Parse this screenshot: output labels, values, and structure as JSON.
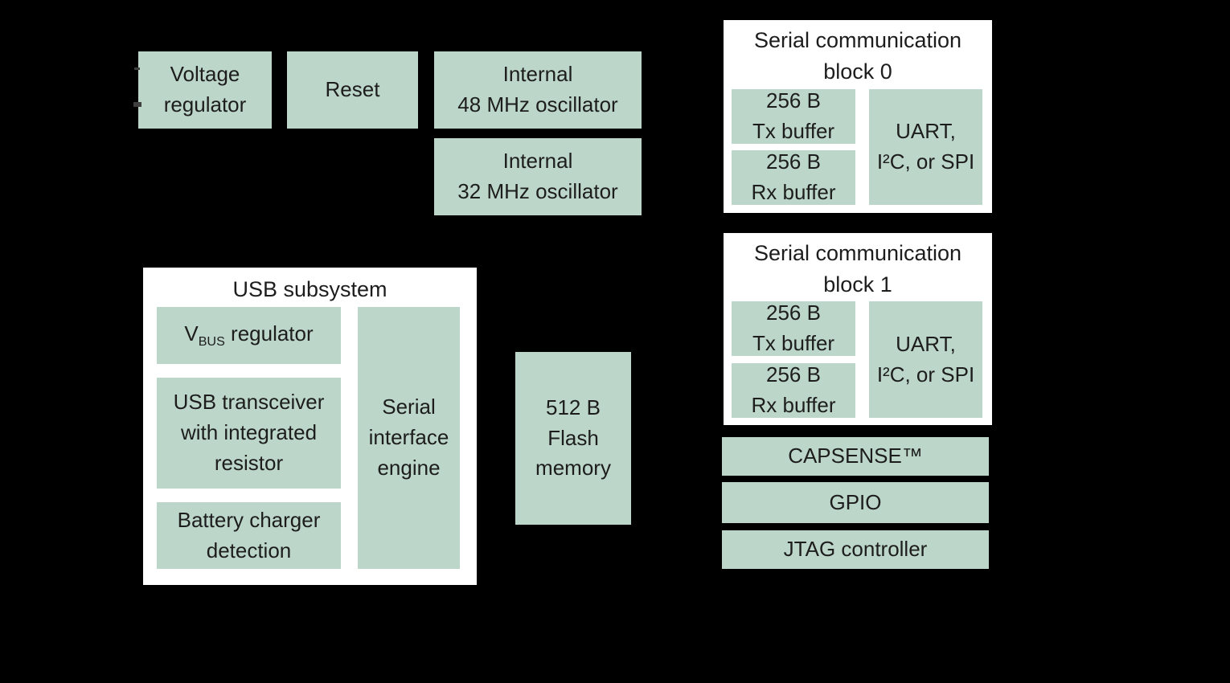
{
  "colors": {
    "background": "#000000",
    "block_fill": "#bcd6c9",
    "panel_fill": "#ffffff",
    "text": "#1d1d1d"
  },
  "blocks": {
    "voltage_regulator": {
      "label": "Voltage\nregulator"
    },
    "reset": {
      "label": "Reset"
    },
    "osc48": {
      "label": "Internal\n48 MHz oscillator"
    },
    "osc32": {
      "label": "Internal\n32 MHz oscillator"
    },
    "flash": {
      "label": "512 B\nFlash\nmemory"
    },
    "capsense": {
      "label": "CAPSENSE™"
    },
    "gpio": {
      "label": "GPIO"
    },
    "jtag": {
      "label": "JTAG controller"
    }
  },
  "scb0": {
    "title": "Serial communication\nblock 0",
    "tx_buffer": "256 B\nTx buffer",
    "rx_buffer": "256 B\nRx buffer",
    "interfaces": "UART,\nI²C, or SPI"
  },
  "scb1": {
    "title": "Serial communication\nblock 1",
    "tx_buffer": "256 B\nTx buffer",
    "rx_buffer": "256 B\nRx buffer",
    "interfaces": "UART,\nI²C, or SPI"
  },
  "usb": {
    "title": "USB subsystem",
    "vbus": {
      "v": "V",
      "sub": "BUS",
      "rest": " regulator"
    },
    "transceiver": "USB transceiver\nwith integrated\nresistor",
    "battery": "Battery charger\ndetection",
    "sie": "Serial\ninterface\nengine"
  }
}
